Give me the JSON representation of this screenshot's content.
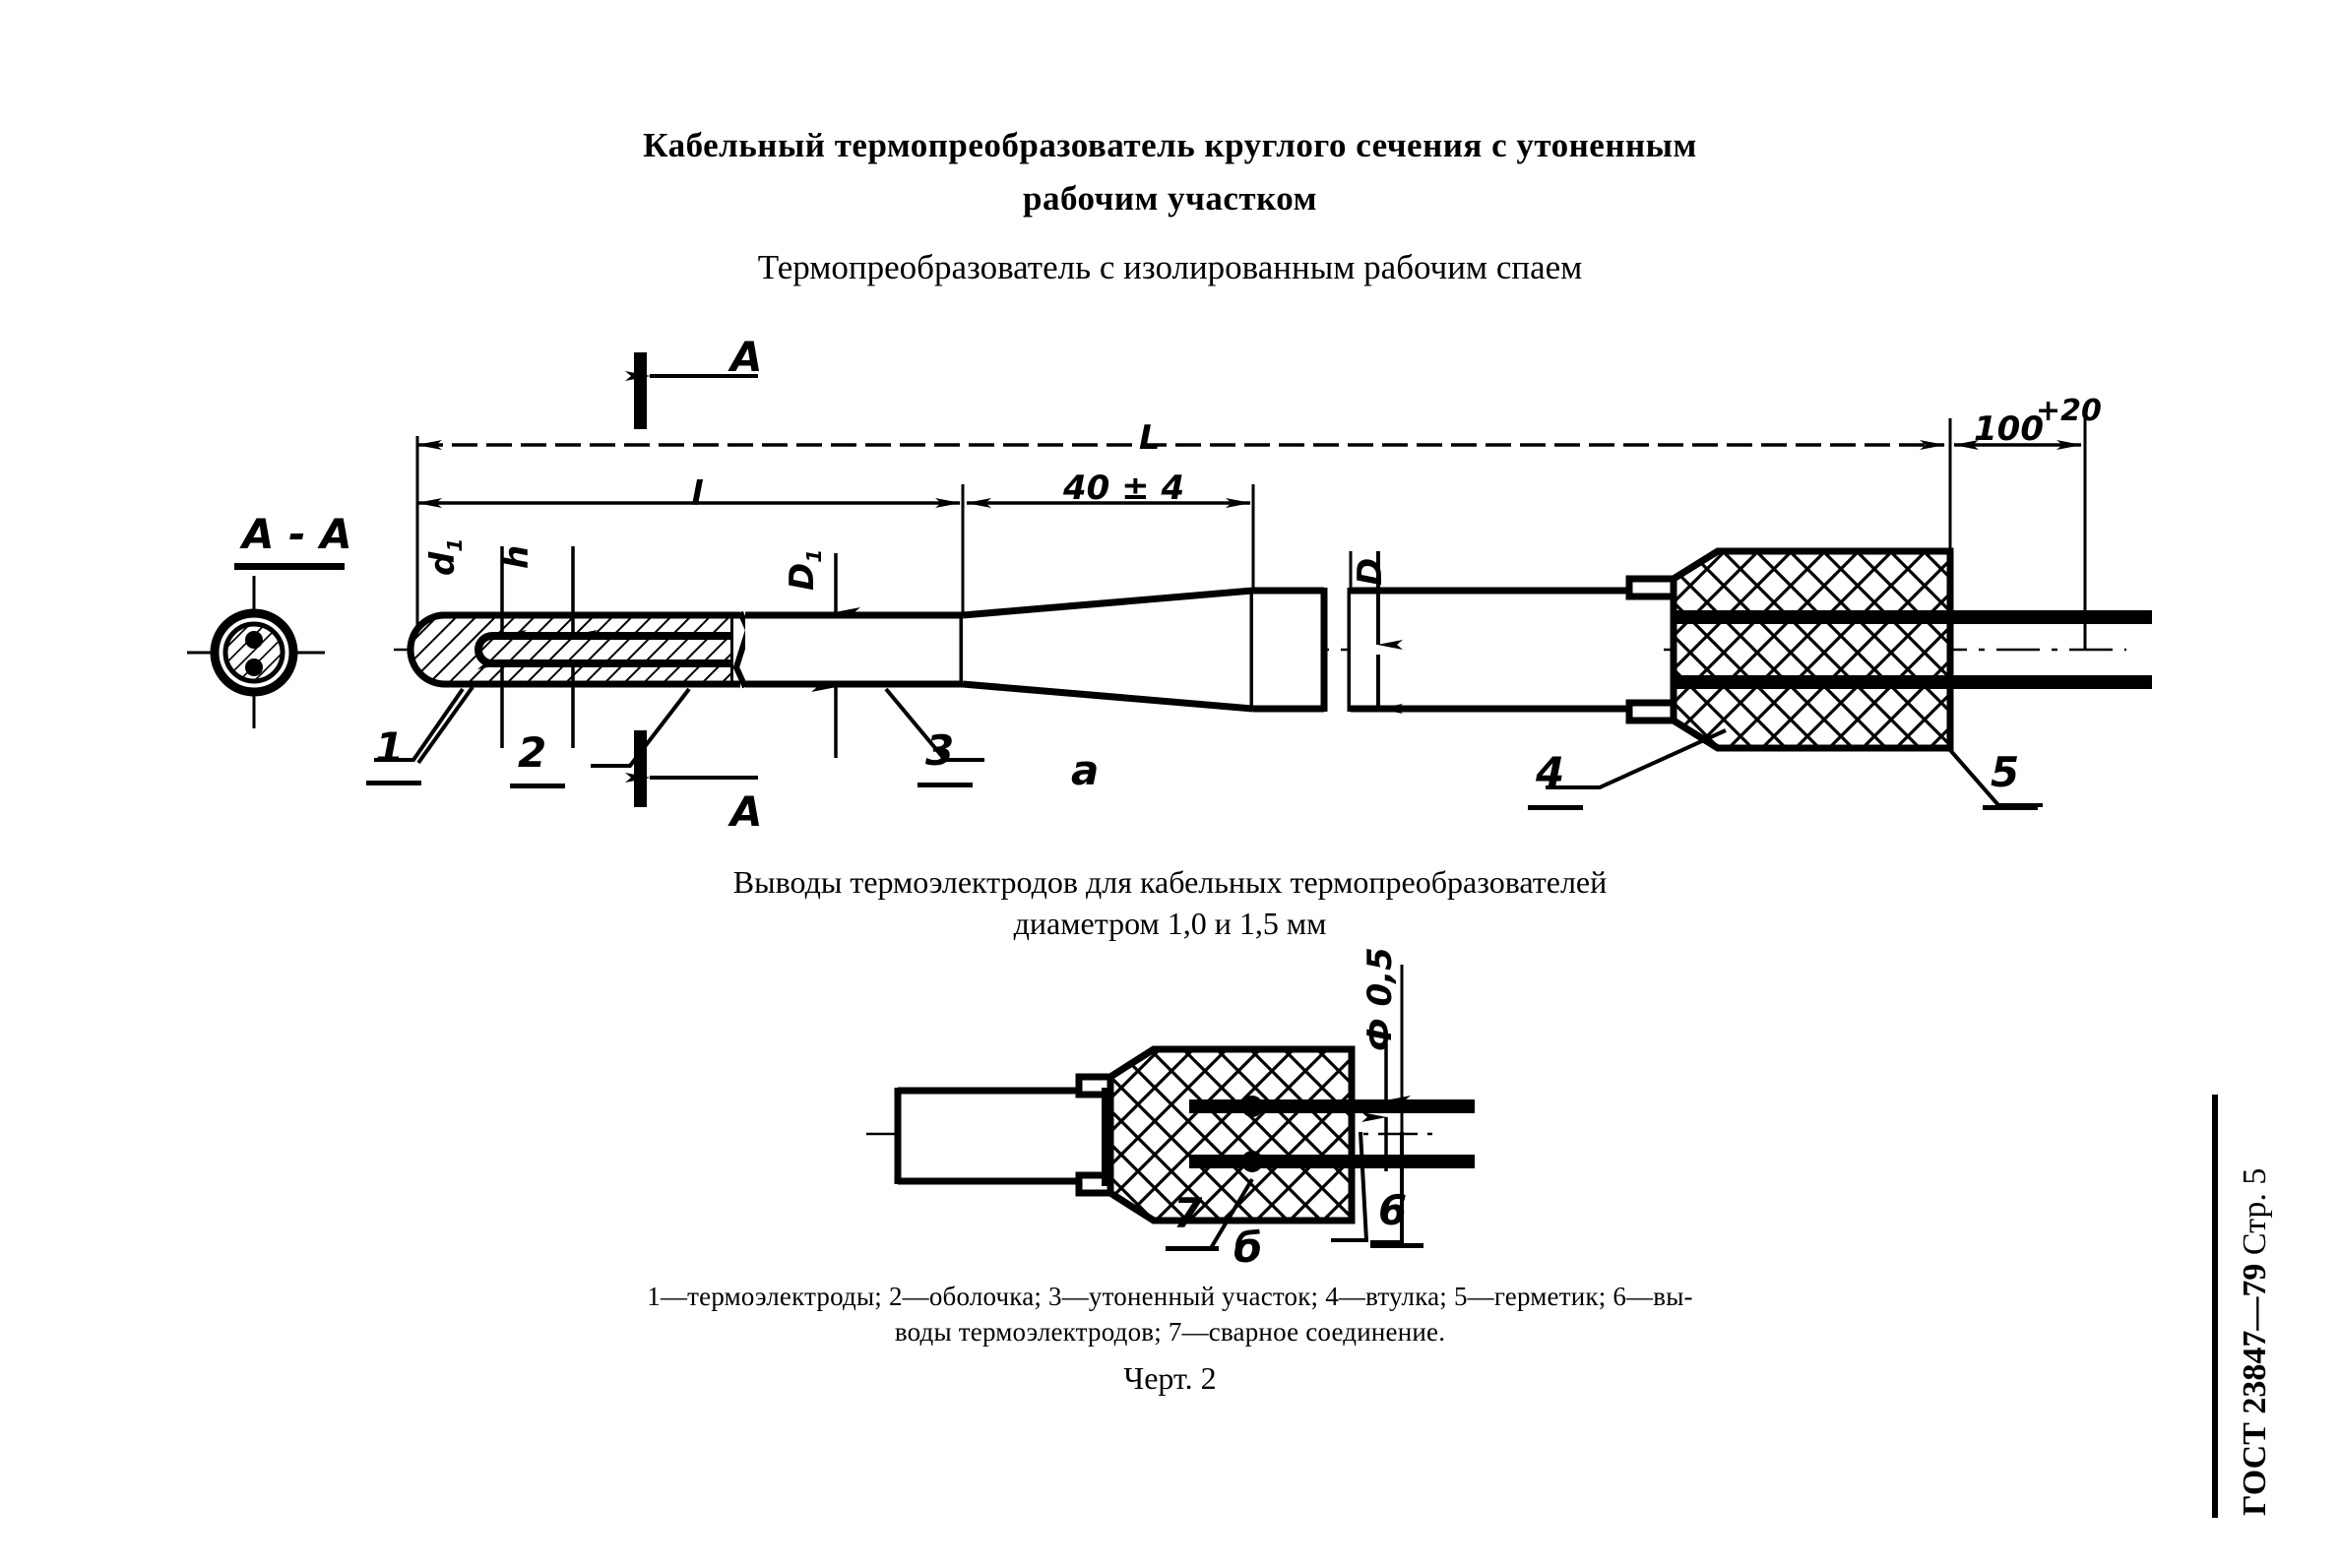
{
  "document": {
    "standard": "ГОСТ 23847—79",
    "page_label": "Стр. 5"
  },
  "figure": {
    "title_line1": "Кабельный термопреобразователь круглого сечения с утоненным",
    "title_line2": "рабочим участком",
    "subtitle": "Термопреобразователь с изолированным рабочим спаем",
    "mid_caption_line1": "Выводы термоэлектродов для кабельных термопреобразователей",
    "mid_caption_line2": "диаметром 1,0 и 1,5 мм",
    "caption": "Черт. 2"
  },
  "section_view": {
    "label": "A - A"
  },
  "section_markers": {
    "top_letter": "A",
    "bottom_letter": "A"
  },
  "view_labels": {
    "view_a": "а",
    "view_b": "б"
  },
  "dimensions": {
    "overall_length": "L",
    "working_length": "l",
    "taper_length": "40 ± 4",
    "lead_length": "100",
    "lead_tolerance": "+20",
    "tip_diameter": "d",
    "tip_diameter_sub": "1",
    "tip_height": "h",
    "reduced_diameter": "D",
    "reduced_diameter_sub": "1",
    "main_diameter": "D",
    "wire_diameter": "Ф 0,5"
  },
  "callouts": {
    "c1": "1",
    "c2": "2",
    "c3": "3",
    "c4": "4",
    "c5": "5",
    "c6": "6",
    "c7": "7"
  },
  "legend": {
    "line1_parts": [
      {
        "num": "1",
        "text": "—термоэлектроды; "
      },
      {
        "num": "2",
        "text": "—оболочка; "
      },
      {
        "num": "3",
        "text": "—утоненный участок; "
      },
      {
        "num": "4",
        "text": "—втулка; "
      },
      {
        "num": "5",
        "text": "—герметик; "
      },
      {
        "num": "6",
        "text": "—вы-"
      }
    ],
    "line1": "1—термоэлектроды;  2—оболочка;  3—утоненный участок;  4—втулка;  5—герметик;  6—вы-",
    "line2": "воды термоэлектродов; 7—сварное соединение."
  }
}
